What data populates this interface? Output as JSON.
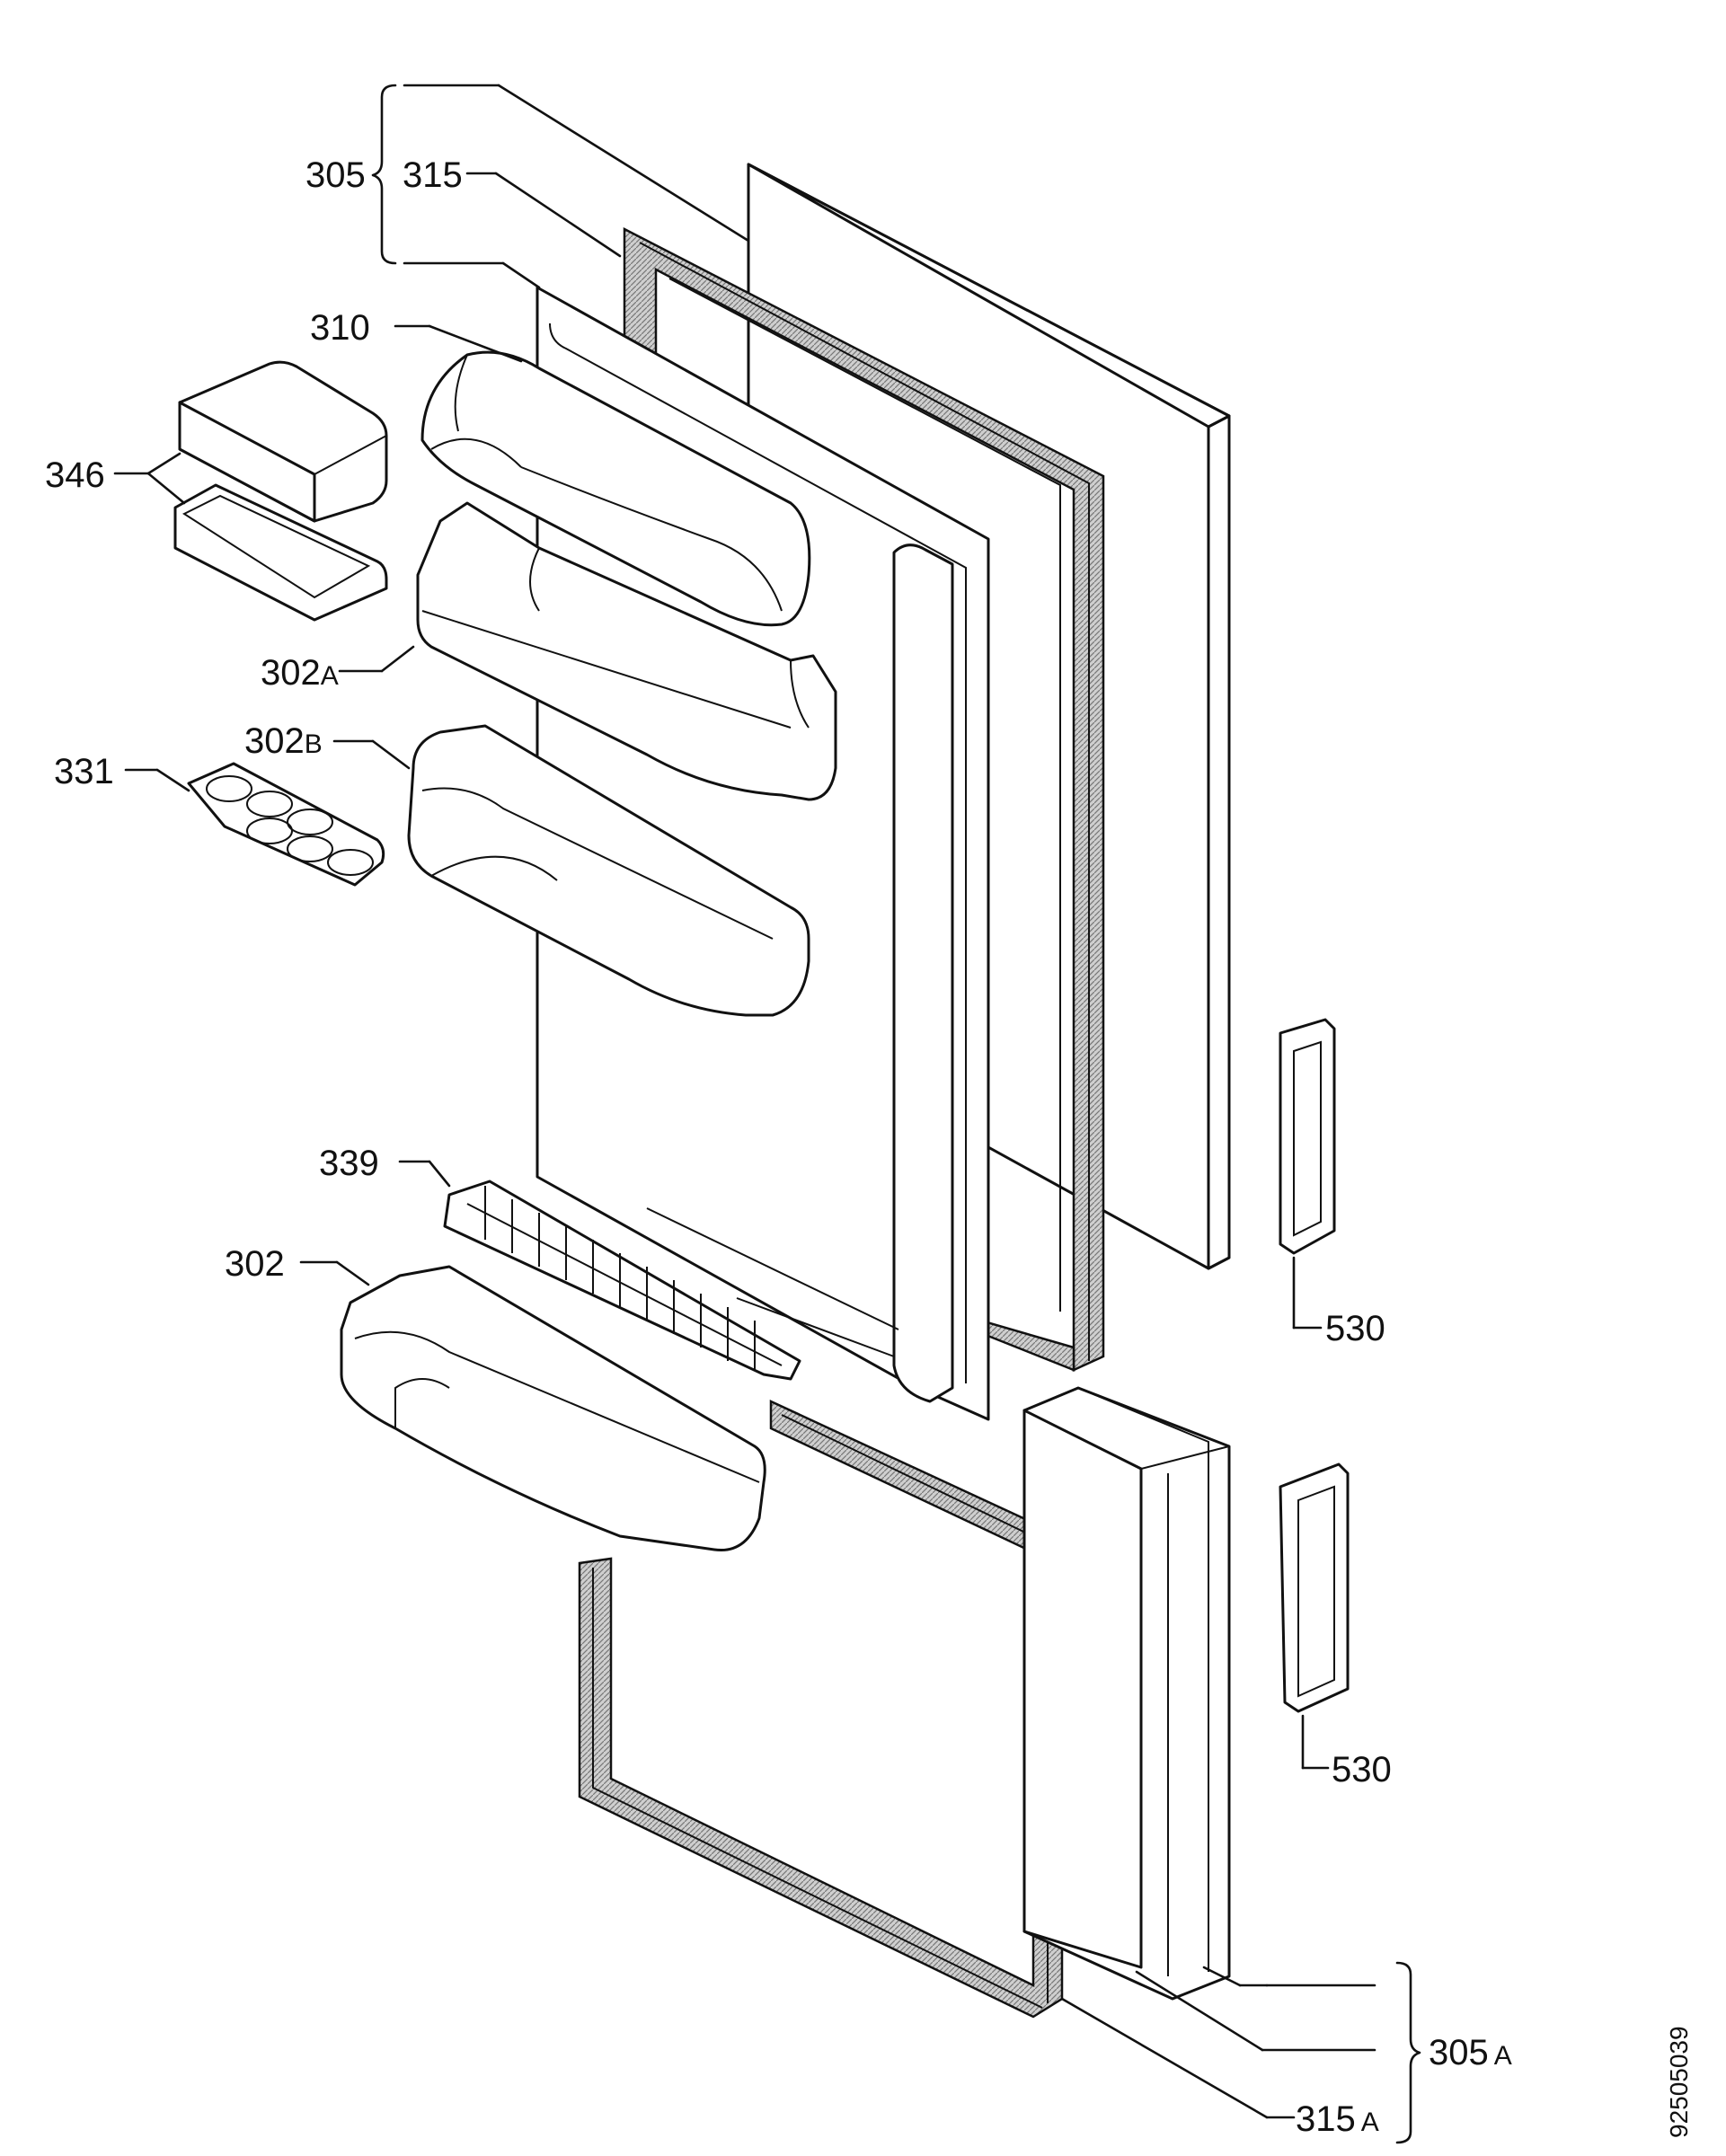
{
  "labels": {
    "l305": "305",
    "l315": "315",
    "l310": "310",
    "l346": "346",
    "l302A_num": "302",
    "l302A_sub": "A",
    "l302B_num": "302",
    "l302B_sub": "B",
    "l331": "331",
    "l339": "339",
    "l302": "302",
    "l530_top": "530",
    "l530_bottom": "530",
    "l305A_num": "305",
    "l305A_sub": "A",
    "l315A_num": "315",
    "l315A_sub": "A"
  },
  "drawing_code": "92505039"
}
